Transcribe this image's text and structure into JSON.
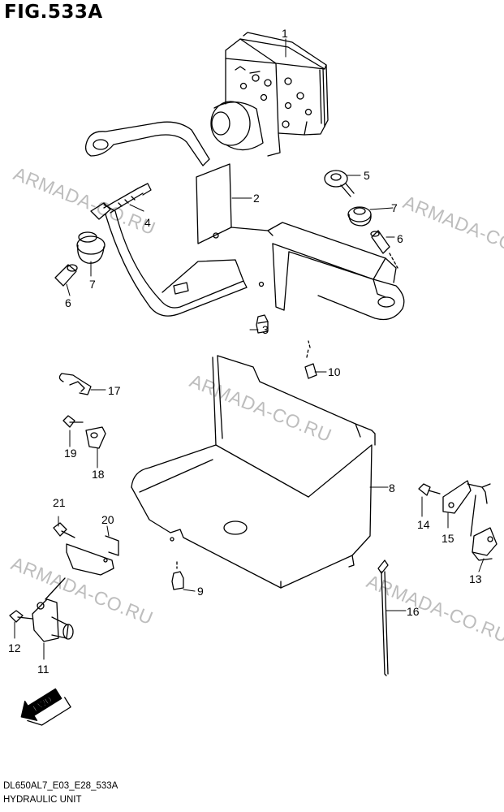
{
  "figure": {
    "title": "FIG.533A",
    "code": "DL650AL7_E03_E28_533A",
    "subtitle": "HYDRAULIC UNIT",
    "watermark": "ARMADA-CO.RU",
    "direction_label": "FWD"
  },
  "callouts": [
    "1",
    "2",
    "3",
    "4",
    "5",
    "6",
    "7",
    "8",
    "9",
    "10",
    "11",
    "12",
    "13",
    "14",
    "15",
    "16",
    "17",
    "18",
    "19",
    "20",
    "21"
  ],
  "colors": {
    "line": "#000000",
    "watermark": "#bdbdbd",
    "background": "#ffffff"
  }
}
